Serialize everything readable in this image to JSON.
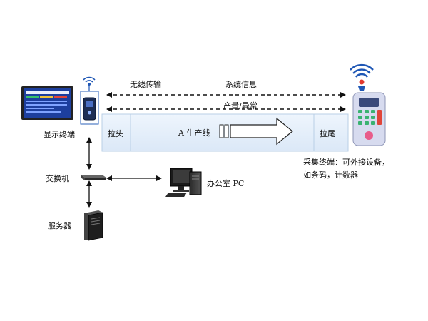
{
  "diagram": {
    "link_top_left": "无线传输",
    "link_top_right": "系统信息",
    "link_bottom": "产量/异常",
    "line_head": "拉头",
    "line_name": "A 生产线",
    "line_tail": "拉尾",
    "display_label": "显示终端",
    "switch_label": "交换机",
    "office_pc_label": "办公室 PC",
    "server_label": "服务器",
    "collector_line1": "采集终端：可外接设备，",
    "collector_line2": "如条码，计数器"
  },
  "colors": {
    "line_band": "#e6f0fb",
    "line_border": "#b9cfe6",
    "arrow_fill": "#ffffff",
    "arrow_stroke": "#222222",
    "wifi": "#1f57b5",
    "wifi_dot": "#e23a2f",
    "screen_bg": "#1d3f9e",
    "device_body": "#d7dbef"
  },
  "icons": {
    "display": "monitor-icon",
    "gateway": "wireless-gateway-icon",
    "collector": "handheld-collector-icon",
    "switch": "network-switch-icon",
    "pc": "desktop-pc-icon",
    "server": "server-tower-icon",
    "signal": "wifi-signal-icon"
  }
}
